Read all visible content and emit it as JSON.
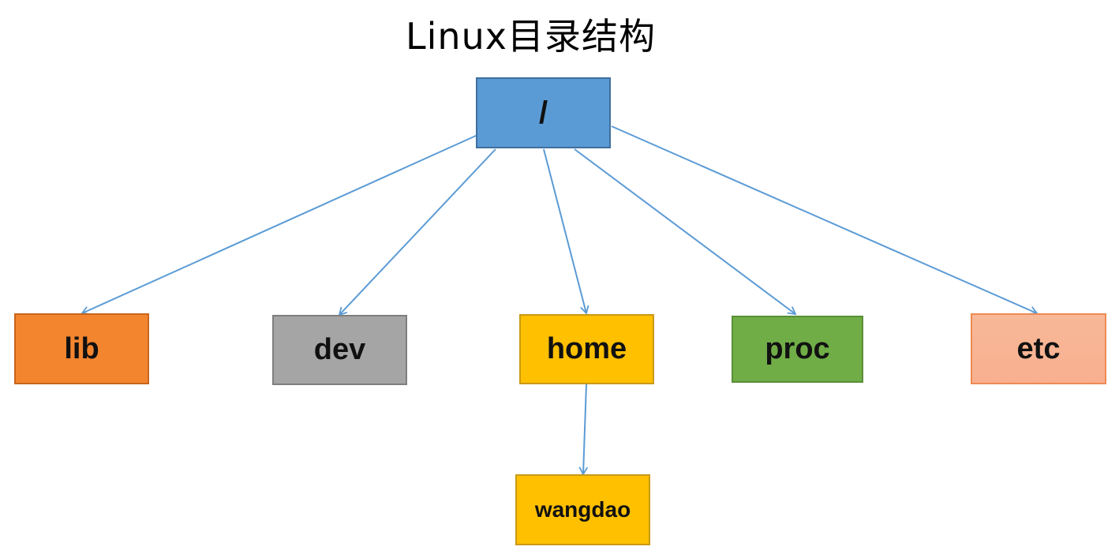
{
  "title": "Linux目录结构",
  "colors": {
    "connector": "#5b9bd5",
    "root": "#5b9bd5",
    "lib": "#f4852f",
    "dev": "#a5a5a5",
    "home": "#ffc000",
    "proc": "#70ad47",
    "etc": "#f8b090",
    "wangdao": "#ffc000"
  },
  "nodes": {
    "root": "/",
    "lib": "lib",
    "dev": "dev",
    "home": "home",
    "proc": "proc",
    "etc": "etc",
    "wangdao": "wangdao"
  },
  "edges": [
    {
      "from": "root",
      "to": "lib"
    },
    {
      "from": "root",
      "to": "dev"
    },
    {
      "from": "root",
      "to": "home"
    },
    {
      "from": "root",
      "to": "proc"
    },
    {
      "from": "root",
      "to": "etc"
    },
    {
      "from": "home",
      "to": "wangdao"
    }
  ]
}
